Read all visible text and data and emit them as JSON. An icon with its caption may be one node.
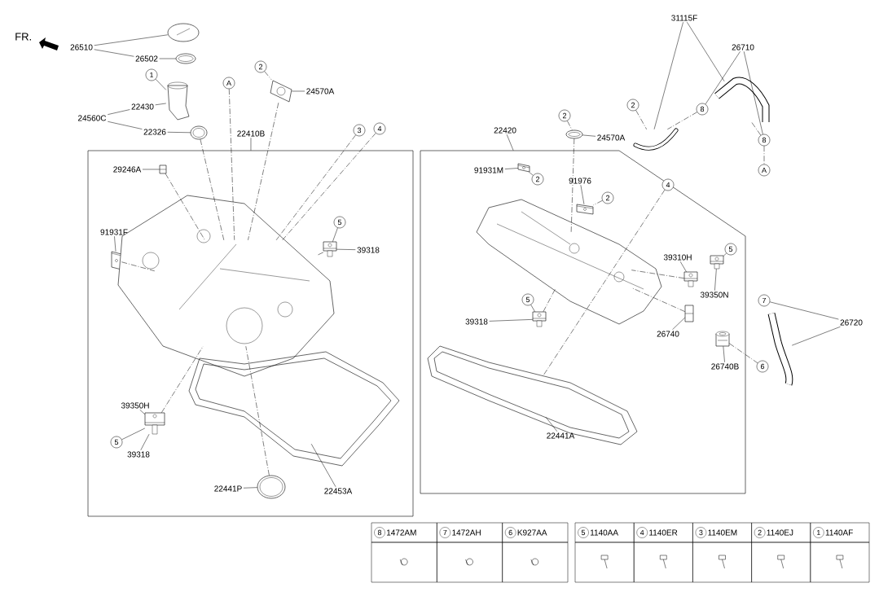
{
  "diagram": {
    "nodes": [
      {
        "text": [
          "26510"
        ]
      },
      {
        "text": [],
        "shape": "picture"
      },
      {
        "text": [
          "26502"
        ]
      },
      {
        "text": [],
        "shape": "picture"
      },
      {
        "text": [
          "1"
        ]
      },
      {
        "text": [],
        "shape": "picture"
      },
      {
        "text": [
          "24560C"
        ]
      },
      {
        "text": [
          "22430"
        ]
      },
      {
        "text": [
          "22326"
        ]
      },
      {
        "text": [],
        "shape": "picture"
      },
      {
        "text": [
          "2"
        ]
      },
      {
        "text": [],
        "shape": "picture"
      },
      {
        "text": [
          "24570A"
        ]
      },
      {
        "text": [
          "A"
        ]
      },
      {
        "text": [
          "22410B"
        ]
      },
      {
        "text": [],
        "shape": "box"
      },
      {
        "text": [
          "3"
        ]
      },
      {
        "text": [
          "4"
        ]
      },
      {
        "text": [
          "29246A"
        ],
        "in": 15
      },
      {
        "text": [],
        "shape": "picture",
        "in": 15
      },
      {
        "text": [
          "91931F"
        ],
        "in": 15
      },
      {
        "text": [],
        "shape": "picture",
        "in": 15
      },
      {
        "text": [
          "5"
        ],
        "in": 15
      },
      {
        "text": [
          "39318"
        ],
        "in": 15
      },
      {
        "text": [],
        "shape": "picture",
        "in": 15
      },
      {
        "text": [],
        "shape": "picture",
        "in": 15
      },
      {
        "text": [
          "39350H"
        ],
        "in": 15
      },
      {
        "text": [
          "5"
        ],
        "in": 15
      },
      {
        "text": [],
        "shape": "picture",
        "in": 15
      },
      {
        "text": [
          "39318"
        ],
        "in": 15
      },
      {
        "text": [
          "22441P"
        ],
        "in": 15
      },
      {
        "text": [],
        "shape": "picture",
        "in": 15
      },
      {
        "text": [
          "22453A"
        ],
        "in": 15
      },
      {
        "text": [],
        "shape": "picture",
        "in": 15
      },
      {
        "text": [
          "22420"
        ]
      },
      {
        "text": [],
        "shape": "box"
      },
      {
        "text": [
          "2"
        ]
      },
      {
        "text": [],
        "shape": "picture"
      },
      {
        "text": [
          "24570A"
        ]
      },
      {
        "text": [
          "91931M"
        ],
        "in": 35
      },
      {
        "text": [],
        "shape": "picture",
        "in": 35
      },
      {
        "text": [
          "2"
        ],
        "in": 35
      },
      {
        "text": [
          "91976"
        ],
        "in": 35
      },
      {
        "text": [],
        "shape": "picture",
        "in": 35
      },
      {
        "text": [
          "2"
        ],
        "in": 35
      },
      {
        "text": [
          "4"
        ],
        "in": 35
      },
      {
        "text": [],
        "shape": "picture",
        "in": 35
      },
      {
        "text": [
          "39310H"
        ],
        "in": 35
      },
      {
        "text": [],
        "shape": "picture",
        "in": 35
      },
      {
        "text": [
          "5"
        ],
        "in": 35
      },
      {
        "text": [],
        "shape": "picture",
        "in": 35
      },
      {
        "text": [
          "39350N"
        ],
        "in": 35
      },
      {
        "text": [
          "5"
        ],
        "in": 35
      },
      {
        "text": [
          "39318"
        ],
        "in": 35
      },
      {
        "text": [],
        "shape": "picture",
        "in": 35
      },
      {
        "text": [
          "26740"
        ],
        "in": 35
      },
      {
        "text": [],
        "shape": "picture",
        "in": 35
      },
      {
        "text": [
          "26740B"
        ],
        "in": 35
      },
      {
        "text": [],
        "shape": "picture",
        "in": 35
      },
      {
        "text": [
          "22441A"
        ],
        "in": 35
      },
      {
        "text": [],
        "shape": "picture",
        "in": 35
      },
      {
        "text": [
          "31115F"
        ]
      },
      {
        "text": [],
        "shape": "picture"
      },
      {
        "text": [
          "2"
        ]
      },
      {
        "text": [
          "26710"
        ]
      },
      {
        "text": [
          "8"
        ]
      },
      {
        "text": [
          "8"
        ]
      },
      {
        "text": [],
        "shape": "picture"
      },
      {
        "text": [
          "A"
        ]
      },
      {
        "text": [
          "7"
        ]
      },
      {
        "text": [
          "26720"
        ]
      },
      {
        "text": [],
        "shape": "picture"
      },
      {
        "text": [
          "6"
        ]
      }
    ],
    "edges": [
      {
        "from": 0,
        "to": 1,
        "arrow": "none"
      },
      {
        "from": 0,
        "to": 2,
        "arrow": "none"
      },
      {
        "from": 2,
        "to": 3,
        "arrow": "none"
      },
      {
        "from": 4,
        "to": 5,
        "arrow": "none"
      },
      {
        "from": 6,
        "to": 7,
        "arrow": "none"
      },
      {
        "from": 6,
        "to": 8,
        "arrow": "none"
      },
      {
        "from": 7,
        "to": 5,
        "arrow": "none"
      },
      {
        "from": 8,
        "to": 9,
        "arrow": "none"
      },
      {
        "from": 9,
        "to": 25,
        "arrow": "none",
        "style": "dashed"
      },
      {
        "from": 10,
        "to": 11,
        "arrow": "none",
        "style": "dashed"
      },
      {
        "from": 12,
        "to": 11,
        "arrow": "none"
      },
      {
        "from": 11,
        "to": 25,
        "arrow": "none",
        "style": "dashed"
      },
      {
        "from": 13,
        "to": 25,
        "arrow": "none",
        "style": "dashed"
      },
      {
        "from": 14,
        "to": 15,
        "arrow": "none"
      },
      {
        "from": 16,
        "to": 25,
        "arrow": "none",
        "style": "dashed"
      },
      {
        "from": 17,
        "to": 25,
        "arrow": "none",
        "style": "dashed"
      },
      {
        "from": 18,
        "to": 19,
        "arrow": "none"
      },
      {
        "from": 19,
        "to": 25,
        "arrow": "none",
        "style": "dashed"
      },
      {
        "from": 20,
        "to": 21,
        "arrow": "none"
      },
      {
        "from": 21,
        "to": 25,
        "arrow": "none",
        "style": "dashed"
      },
      {
        "from": 22,
        "to": 24,
        "arrow": "none"
      },
      {
        "from": 23,
        "to": 24,
        "arrow": "none"
      },
      {
        "from": 24,
        "to": 25,
        "arrow": "none",
        "style": "dashed"
      },
      {
        "from": 26,
        "to": 28,
        "arrow": "none"
      },
      {
        "from": 27,
        "to": 28,
        "arrow": "none"
      },
      {
        "from": 29,
        "to": 28,
        "arrow": "none"
      },
      {
        "from": 28,
        "to": 25,
        "arrow": "none",
        "style": "dashed"
      },
      {
        "from": 30,
        "to": 31,
        "arrow": "none"
      },
      {
        "from": 31,
        "to": 25,
        "arrow": "none",
        "style": "dashed"
      },
      {
        "from": 32,
        "to": 33,
        "arrow": "none"
      },
      {
        "from": 34,
        "to": 35,
        "arrow": "none"
      },
      {
        "from": 36,
        "to": 37,
        "arrow": "none",
        "style": "dashed"
      },
      {
        "from": 38,
        "to": 37,
        "arrow": "none"
      },
      {
        "from": 37,
        "to": 46,
        "arrow": "none",
        "style": "dashed"
      },
      {
        "from": 39,
        "to": 40,
        "arrow": "none"
      },
      {
        "from": 41,
        "to": 40,
        "arrow": "none",
        "style": "dashed"
      },
      {
        "from": 42,
        "to": 43,
        "arrow": "none"
      },
      {
        "from": 44,
        "to": 43,
        "arrow": "none",
        "style": "dashed"
      },
      {
        "from": 45,
        "to": 60,
        "arrow": "none",
        "style": "dashed"
      },
      {
        "from": 47,
        "to": 48,
        "arrow": "none"
      },
      {
        "from": 48,
        "to": 46,
        "arrow": "none",
        "style": "dashed"
      },
      {
        "from": 49,
        "to": 50,
        "arrow": "none"
      },
      {
        "from": 51,
        "to": 50,
        "arrow": "none"
      },
      {
        "from": 52,
        "to": 54,
        "arrow": "none"
      },
      {
        "from": 53,
        "to": 54,
        "arrow": "none"
      },
      {
        "from": 54,
        "to": 46,
        "arrow": "none",
        "style": "dashed"
      },
      {
        "from": 55,
        "to": 56,
        "arrow": "none"
      },
      {
        "from": 56,
        "to": 46,
        "arrow": "none",
        "style": "dashed"
      },
      {
        "from": 57,
        "to": 58,
        "arrow": "none"
      },
      {
        "from": 58,
        "to": 72,
        "arrow": "none",
        "style": "dashed"
      },
      {
        "from": 59,
        "to": 60,
        "arrow": "none"
      },
      {
        "from": 61,
        "to": 62,
        "arrow": "none"
      },
      {
        "from": 61,
        "to": 67,
        "arrow": "none"
      },
      {
        "from": 63,
        "to": 62,
        "arrow": "none",
        "style": "dashed"
      },
      {
        "from": 64,
        "to": 65,
        "arrow": "none"
      },
      {
        "from": 64,
        "to": 66,
        "arrow": "none"
      },
      {
        "from": 65,
        "to": 62,
        "arrow": "none",
        "style": "dashed"
      },
      {
        "from": 66,
        "to": 67,
        "arrow": "none",
        "style": "dashed"
      },
      {
        "from": 66,
        "to": 68,
        "arrow": "none",
        "style": "dashed"
      },
      {
        "from": 70,
        "to": 69,
        "arrow": "none"
      },
      {
        "from": 70,
        "to": 71,
        "arrow": "none"
      }
    ],
    "labels": [
      "FR.",
      "8",
      "1472AM",
      "7",
      "1472AH",
      "6",
      "K927AA",
      "5",
      "1140AA",
      "4",
      "1140ER",
      "3",
      "1140EM",
      "2",
      "1140EJ",
      "1",
      "1140AF"
    ]
  }
}
